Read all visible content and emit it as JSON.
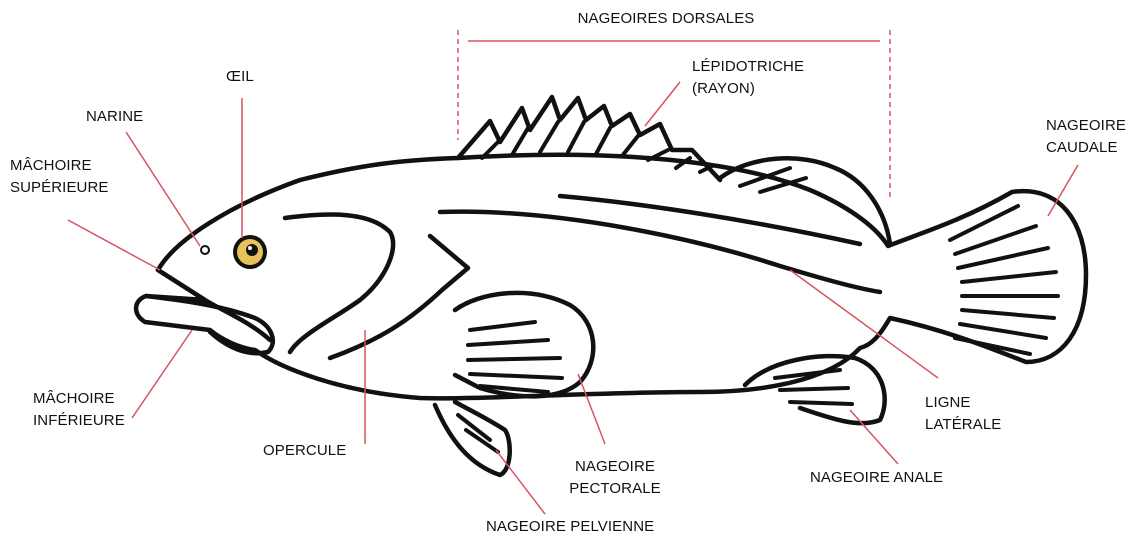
{
  "labels": {
    "nageoires_dorsales": "NAGEOIRES DORSALES",
    "lepidotriche": "LÉPIDOTRICHE",
    "rayon": "(RAYON)",
    "oeil": "ŒIL",
    "narine": "NARINE",
    "machoire_superieure_1": "MÂCHOIRE",
    "machoire_superieure_2": "SUPÉRIEURE",
    "machoire_inferieure_1": "MÂCHOIRE",
    "machoire_inferieure_2": "INFÉRIEURE",
    "opercule": "OPERCULE",
    "nageoire_pelvienne": "NAGEOIRE PELVIENNE",
    "nageoire_pectorale_1": "NAGEOIRE",
    "nageoire_pectorale_2": "PECTORALE",
    "nageoire_anale": "NAGEOIRE ANALE",
    "ligne_laterale_1": "LIGNE",
    "ligne_laterale_2": "LATÉRALE",
    "nageoire_caudale_1": "NAGEOIRE",
    "nageoire_caudale_2": "CAUDALE"
  },
  "colors": {
    "leader": "#d9535f",
    "outline": "#111111",
    "eye_iris": "#e8c15a",
    "background": "#ffffff"
  }
}
